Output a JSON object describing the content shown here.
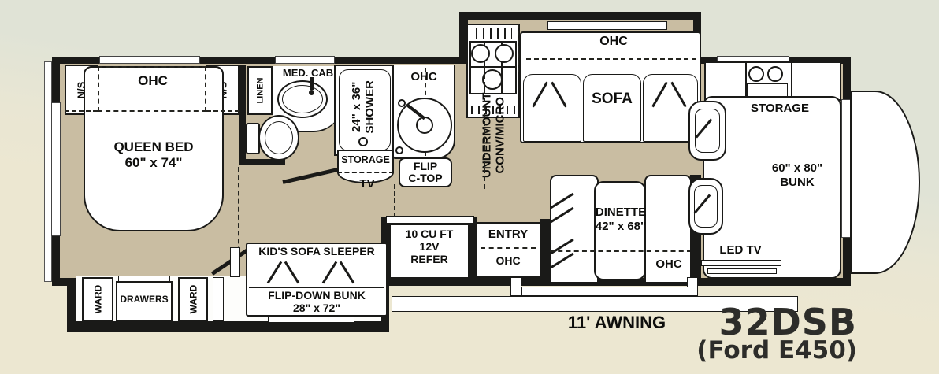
{
  "title": {
    "model": "32DSB",
    "chassis": "(Ford E450)"
  },
  "colors": {
    "wall": "#1a1a18",
    "floor": "#c9bda2",
    "furniture": "#ffffff",
    "bg_top": "#e0e3d6",
    "bg_bottom": "#ece7d1"
  },
  "floorplan": {
    "bedroom": {
      "nightstand": "N/S",
      "overhead_cabinet": "OHC",
      "bed": "QUEEN BED",
      "bed_size": "60\" x 74\"",
      "wardrobe": "WARD",
      "drawers": "DRAWERS"
    },
    "bathroom": {
      "linen": "LINEN",
      "medicine_cabinet": "MED. CAB",
      "shower_size": "24\" x 36\"",
      "shower": "SHOWER",
      "storage": "STORAGE",
      "tv": "TV"
    },
    "galley": {
      "overhead_cabinet": "OHC",
      "flip_countertop_line1": "FLIP",
      "flip_countertop_line2": "C-TOP",
      "undermount_line1": "UNDERMOUNT",
      "undermount_line2": "CONV/MICRO",
      "refrigerator_line1": "10 CU FT",
      "refrigerator_line2": "12V",
      "refrigerator_line3": "REFER"
    },
    "living": {
      "overhead_cabinet": "OHC",
      "sofa": "SOFA",
      "dinette": "DINETTE",
      "dinette_size": "42\" x 68\"",
      "entry": "ENTRY"
    },
    "bunkroom": {
      "kids_sofa": "KID'S SOFA SLEEPER",
      "flip_down_bunk": "FLIP-DOWN BUNK",
      "flip_down_bunk_size": "28\" x 72\""
    },
    "front": {
      "storage": "STORAGE",
      "bunk_size": "60\" x 80\"",
      "bunk": "BUNK",
      "led_tv": "LED TV"
    },
    "exterior": {
      "awning": "11' AWNING"
    }
  }
}
